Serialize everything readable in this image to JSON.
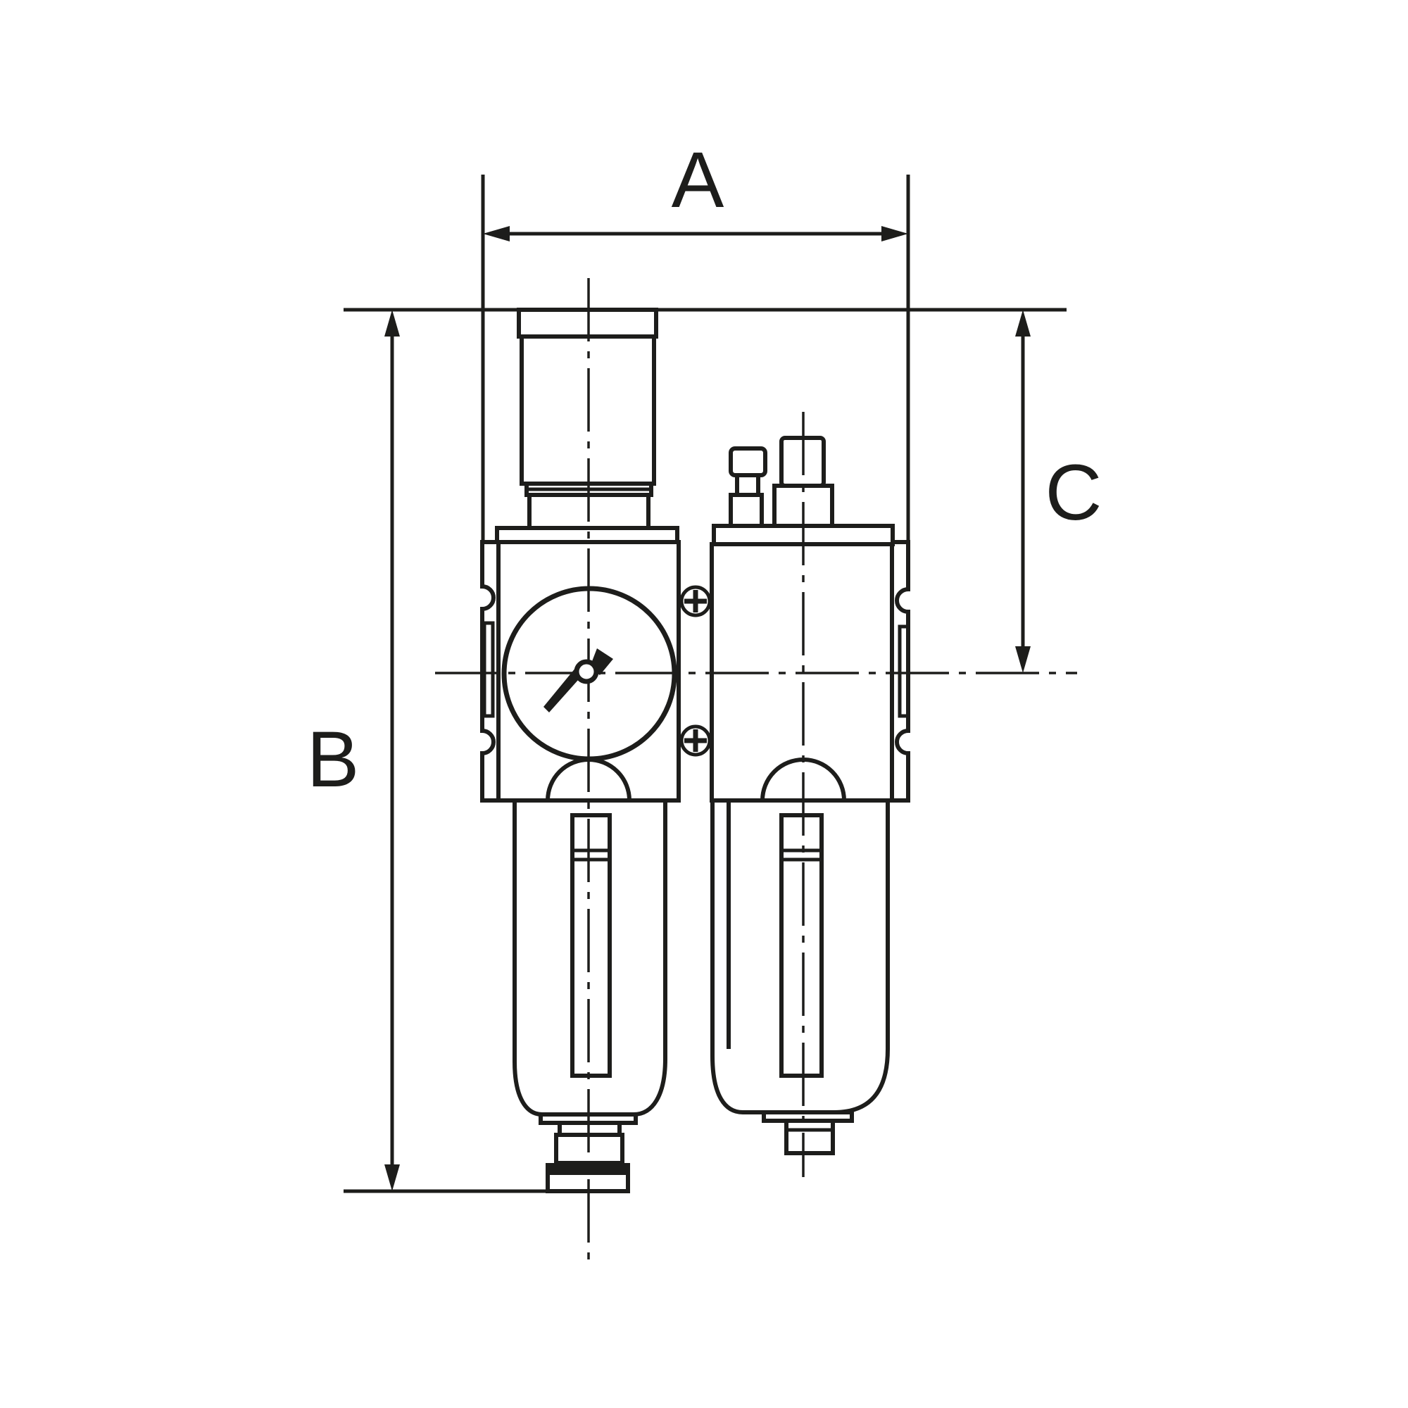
{
  "drawing": {
    "labels": {
      "width": "A",
      "overall_height": "B",
      "upper_height": "C"
    },
    "colors": {
      "line": "#1d1d1b",
      "background": "#ffffff"
    }
  }
}
